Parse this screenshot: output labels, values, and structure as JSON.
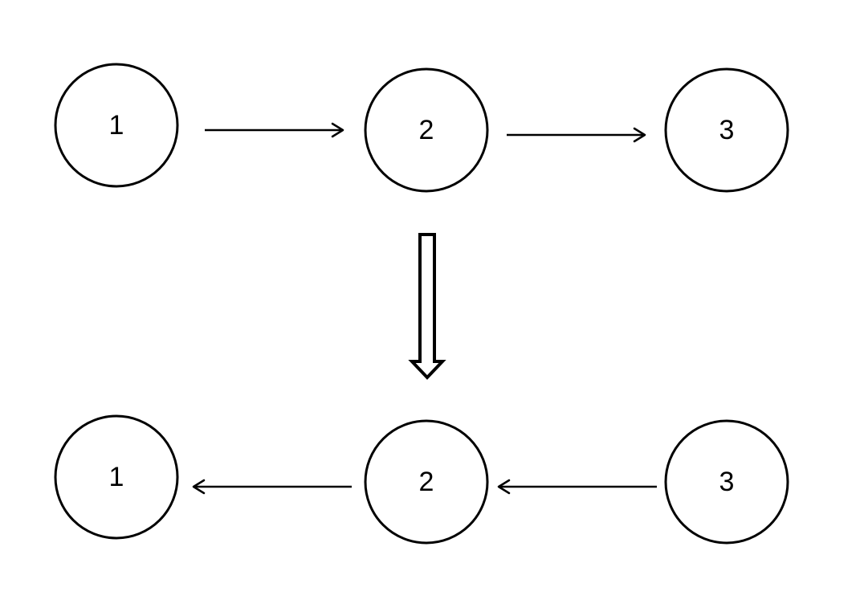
{
  "colors": {
    "stroke": "#000000",
    "background": "#ffffff"
  },
  "before": {
    "nodes": [
      {
        "id": "n1",
        "label": "1"
      },
      {
        "id": "n2",
        "label": "2"
      },
      {
        "id": "n3",
        "label": "3"
      }
    ],
    "edges": [
      {
        "from": "1",
        "to": "2"
      },
      {
        "from": "2",
        "to": "3"
      }
    ]
  },
  "after": {
    "nodes": [
      {
        "id": "n1",
        "label": "1"
      },
      {
        "id": "n2",
        "label": "2"
      },
      {
        "id": "n3",
        "label": "3"
      }
    ],
    "edges": [
      {
        "from": "2",
        "to": "1"
      },
      {
        "from": "3",
        "to": "2"
      }
    ]
  },
  "transition_icon": "hollow-down-arrow"
}
